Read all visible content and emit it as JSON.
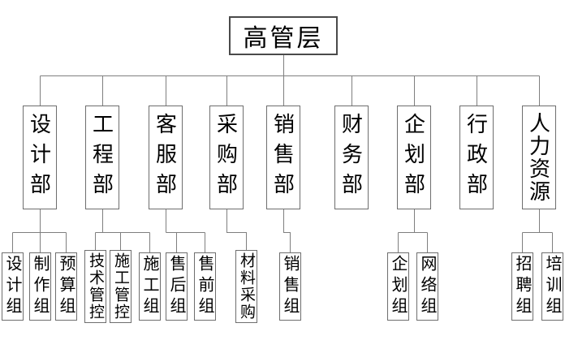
{
  "org": {
    "root": {
      "label": "高管层"
    },
    "departments": [
      {
        "label": "设计部",
        "children": [
          {
            "label": "设计组"
          },
          {
            "label": "制作组"
          },
          {
            "label": "预算组"
          }
        ]
      },
      {
        "label": "工程部",
        "children": [
          {
            "label": "技术管控"
          },
          {
            "label": "施工管控"
          },
          {
            "label": "施工组"
          }
        ]
      },
      {
        "label": "客服部",
        "children": [
          {
            "label": "售后组"
          },
          {
            "label": "售前组"
          }
        ]
      },
      {
        "label": "采购部",
        "children": [
          {
            "label": "材料采购"
          }
        ]
      },
      {
        "label": "销售部",
        "children": [
          {
            "label": "销售组"
          }
        ]
      },
      {
        "label": "财务部",
        "children": []
      },
      {
        "label": "企划部",
        "children": [
          {
            "label": "企划组"
          },
          {
            "label": "网络组"
          }
        ]
      },
      {
        "label": "行政部",
        "children": []
      },
      {
        "label": "人力资源",
        "children": [
          {
            "label": "招聘组"
          },
          {
            "label": "培训组"
          }
        ]
      }
    ]
  },
  "colors": {
    "background": "#ffffff",
    "connector_line": "#7f7f7f",
    "box_border": "#6e6e6e",
    "root_border": "#4a4a4a",
    "text": "#000000"
  }
}
